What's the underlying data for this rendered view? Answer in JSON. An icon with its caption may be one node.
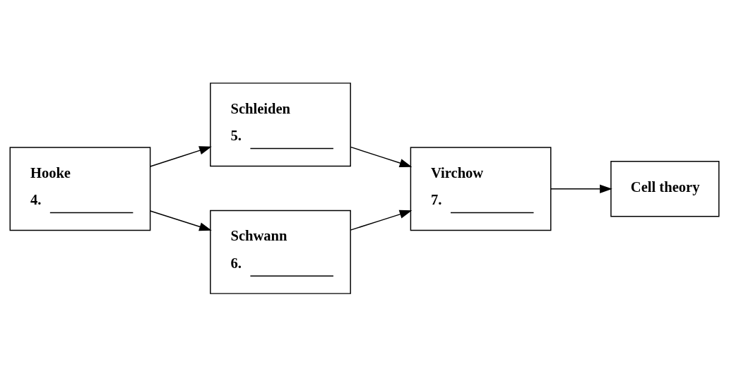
{
  "diagram": {
    "nodes": [
      {
        "text": [
          "Hooke",
          "4."
        ]
      },
      {
        "text": [
          "Schleiden",
          "5."
        ]
      },
      {
        "text": [
          "Schwann",
          "6."
        ]
      },
      {
        "text": [
          "Virchow",
          "7."
        ]
      },
      {
        "text": [
          "Cell theory"
        ]
      }
    ],
    "edges": [
      {
        "from": 0,
        "to": 1,
        "arrow": "to"
      },
      {
        "from": 0,
        "to": 2,
        "arrow": "to"
      },
      {
        "from": 1,
        "to": 3,
        "arrow": "to"
      },
      {
        "from": 2,
        "to": 3,
        "arrow": "to"
      },
      {
        "from": 3,
        "to": 4,
        "arrow": "to"
      }
    ]
  }
}
